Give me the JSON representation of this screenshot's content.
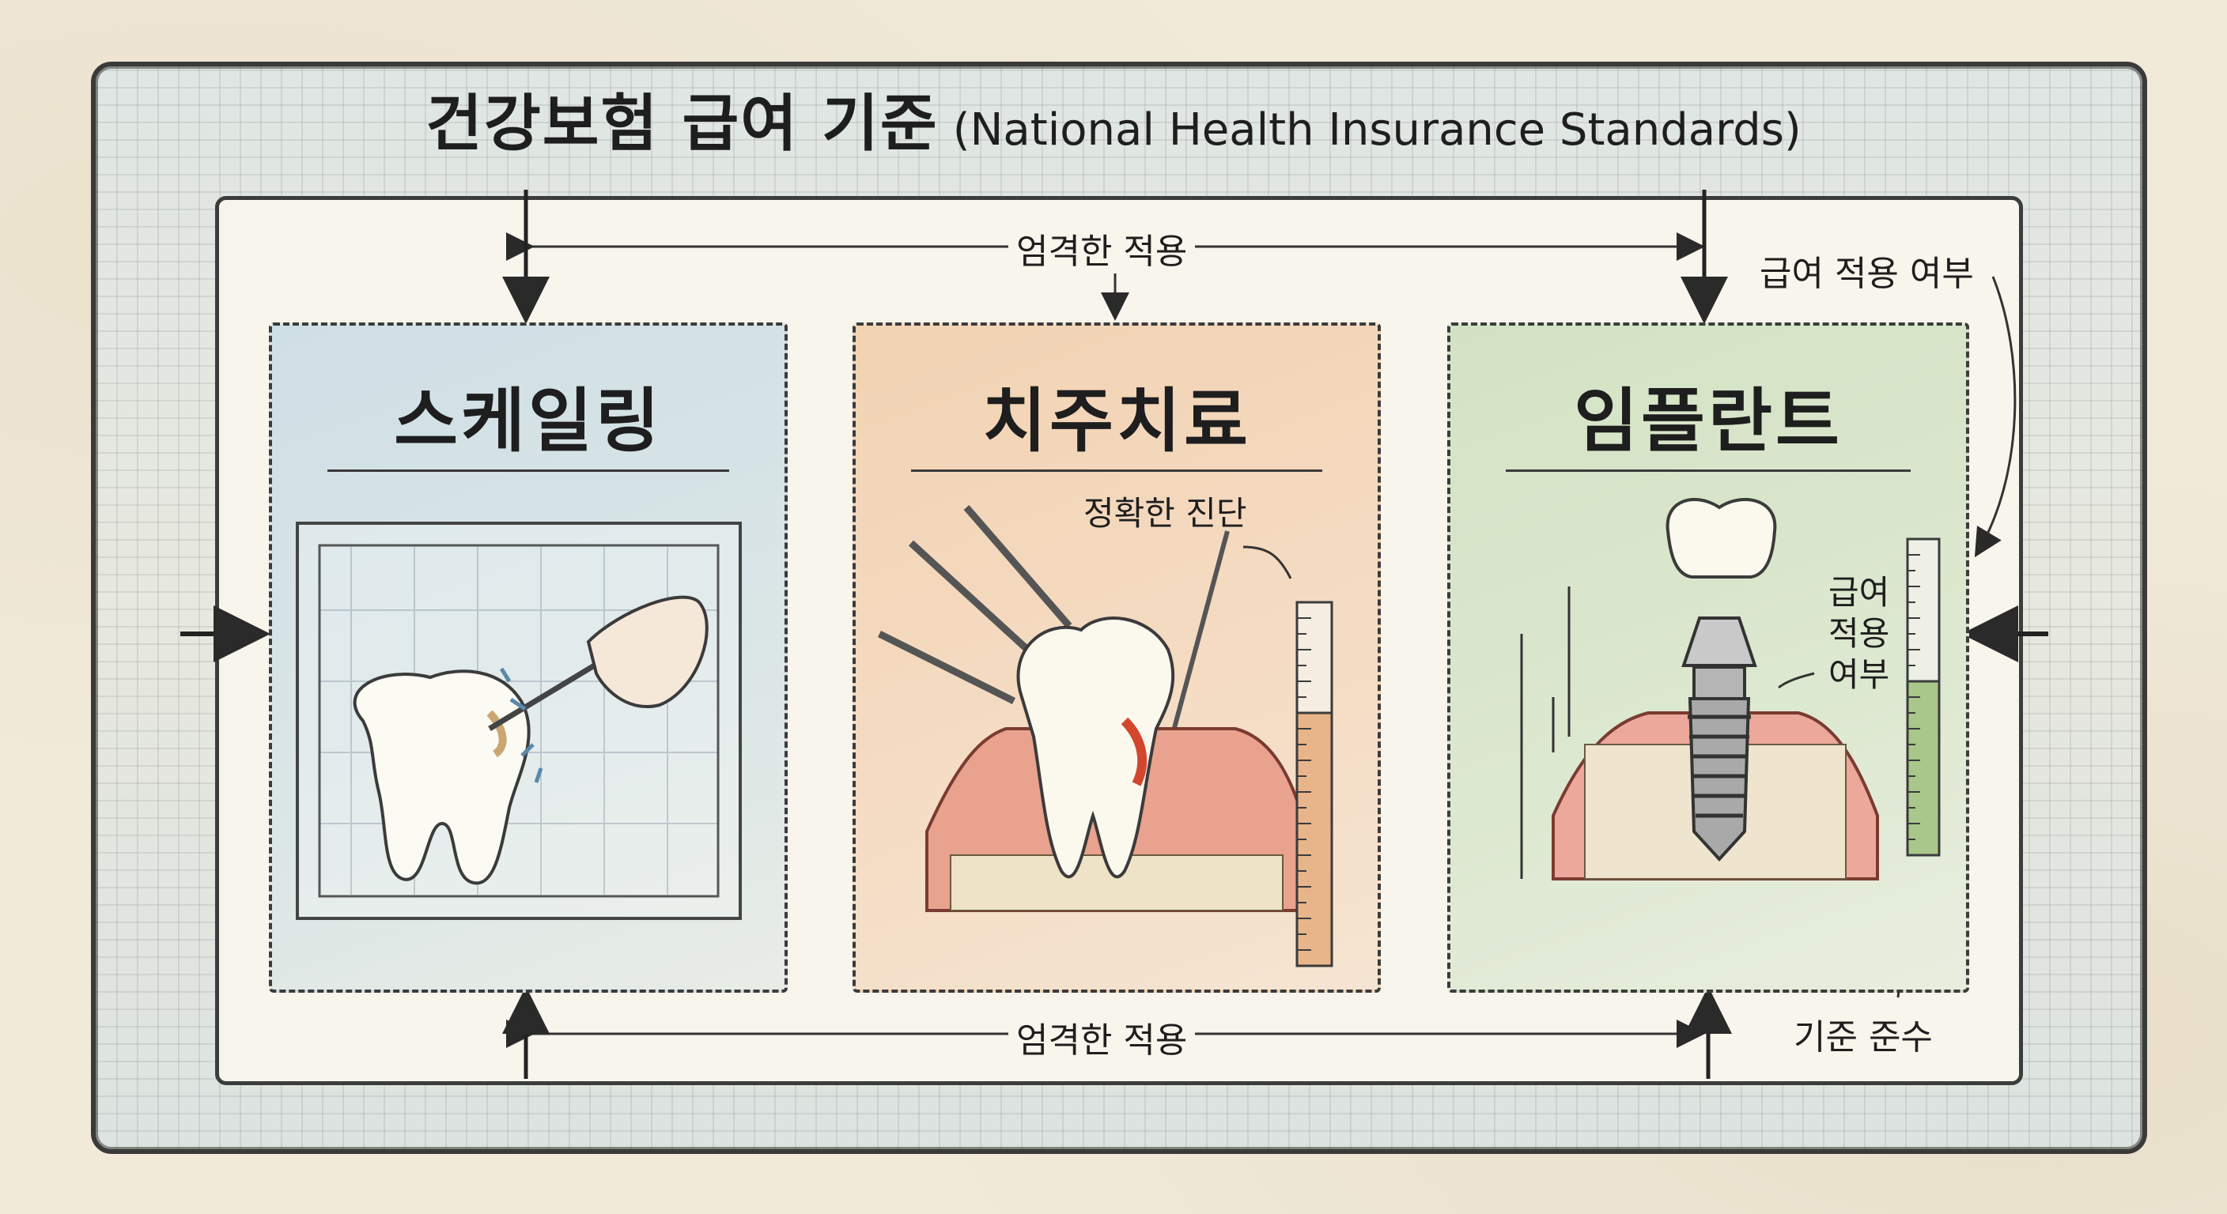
{
  "title": {
    "korean": "건강보험 급여 기준",
    "english": "(National Health Insurance Standards)"
  },
  "connectors": {
    "top_label": "엄격한 적용",
    "bottom_label": "엄격한 적용",
    "right_top_label": "급여 적용 여부",
    "right_bottom_label": "기준 준수"
  },
  "panels": [
    {
      "title": "스케일링",
      "color": "#cfdfe6",
      "icons": [
        "tooth-icon",
        "scaler-hand-icon"
      ]
    },
    {
      "title": "치주치료",
      "color": "#f2d3b3",
      "annotation": "정확한 진단",
      "icons": [
        "periodontal-tooth-icon",
        "dental-probe-icon",
        "ruler-icon"
      ]
    },
    {
      "title": "임플란트",
      "color": "#d3e2c4",
      "annotation_lines": [
        "급여",
        "적용",
        "여부"
      ],
      "icons": [
        "implant-icon",
        "crown-icon",
        "ruler-icon"
      ]
    }
  ]
}
